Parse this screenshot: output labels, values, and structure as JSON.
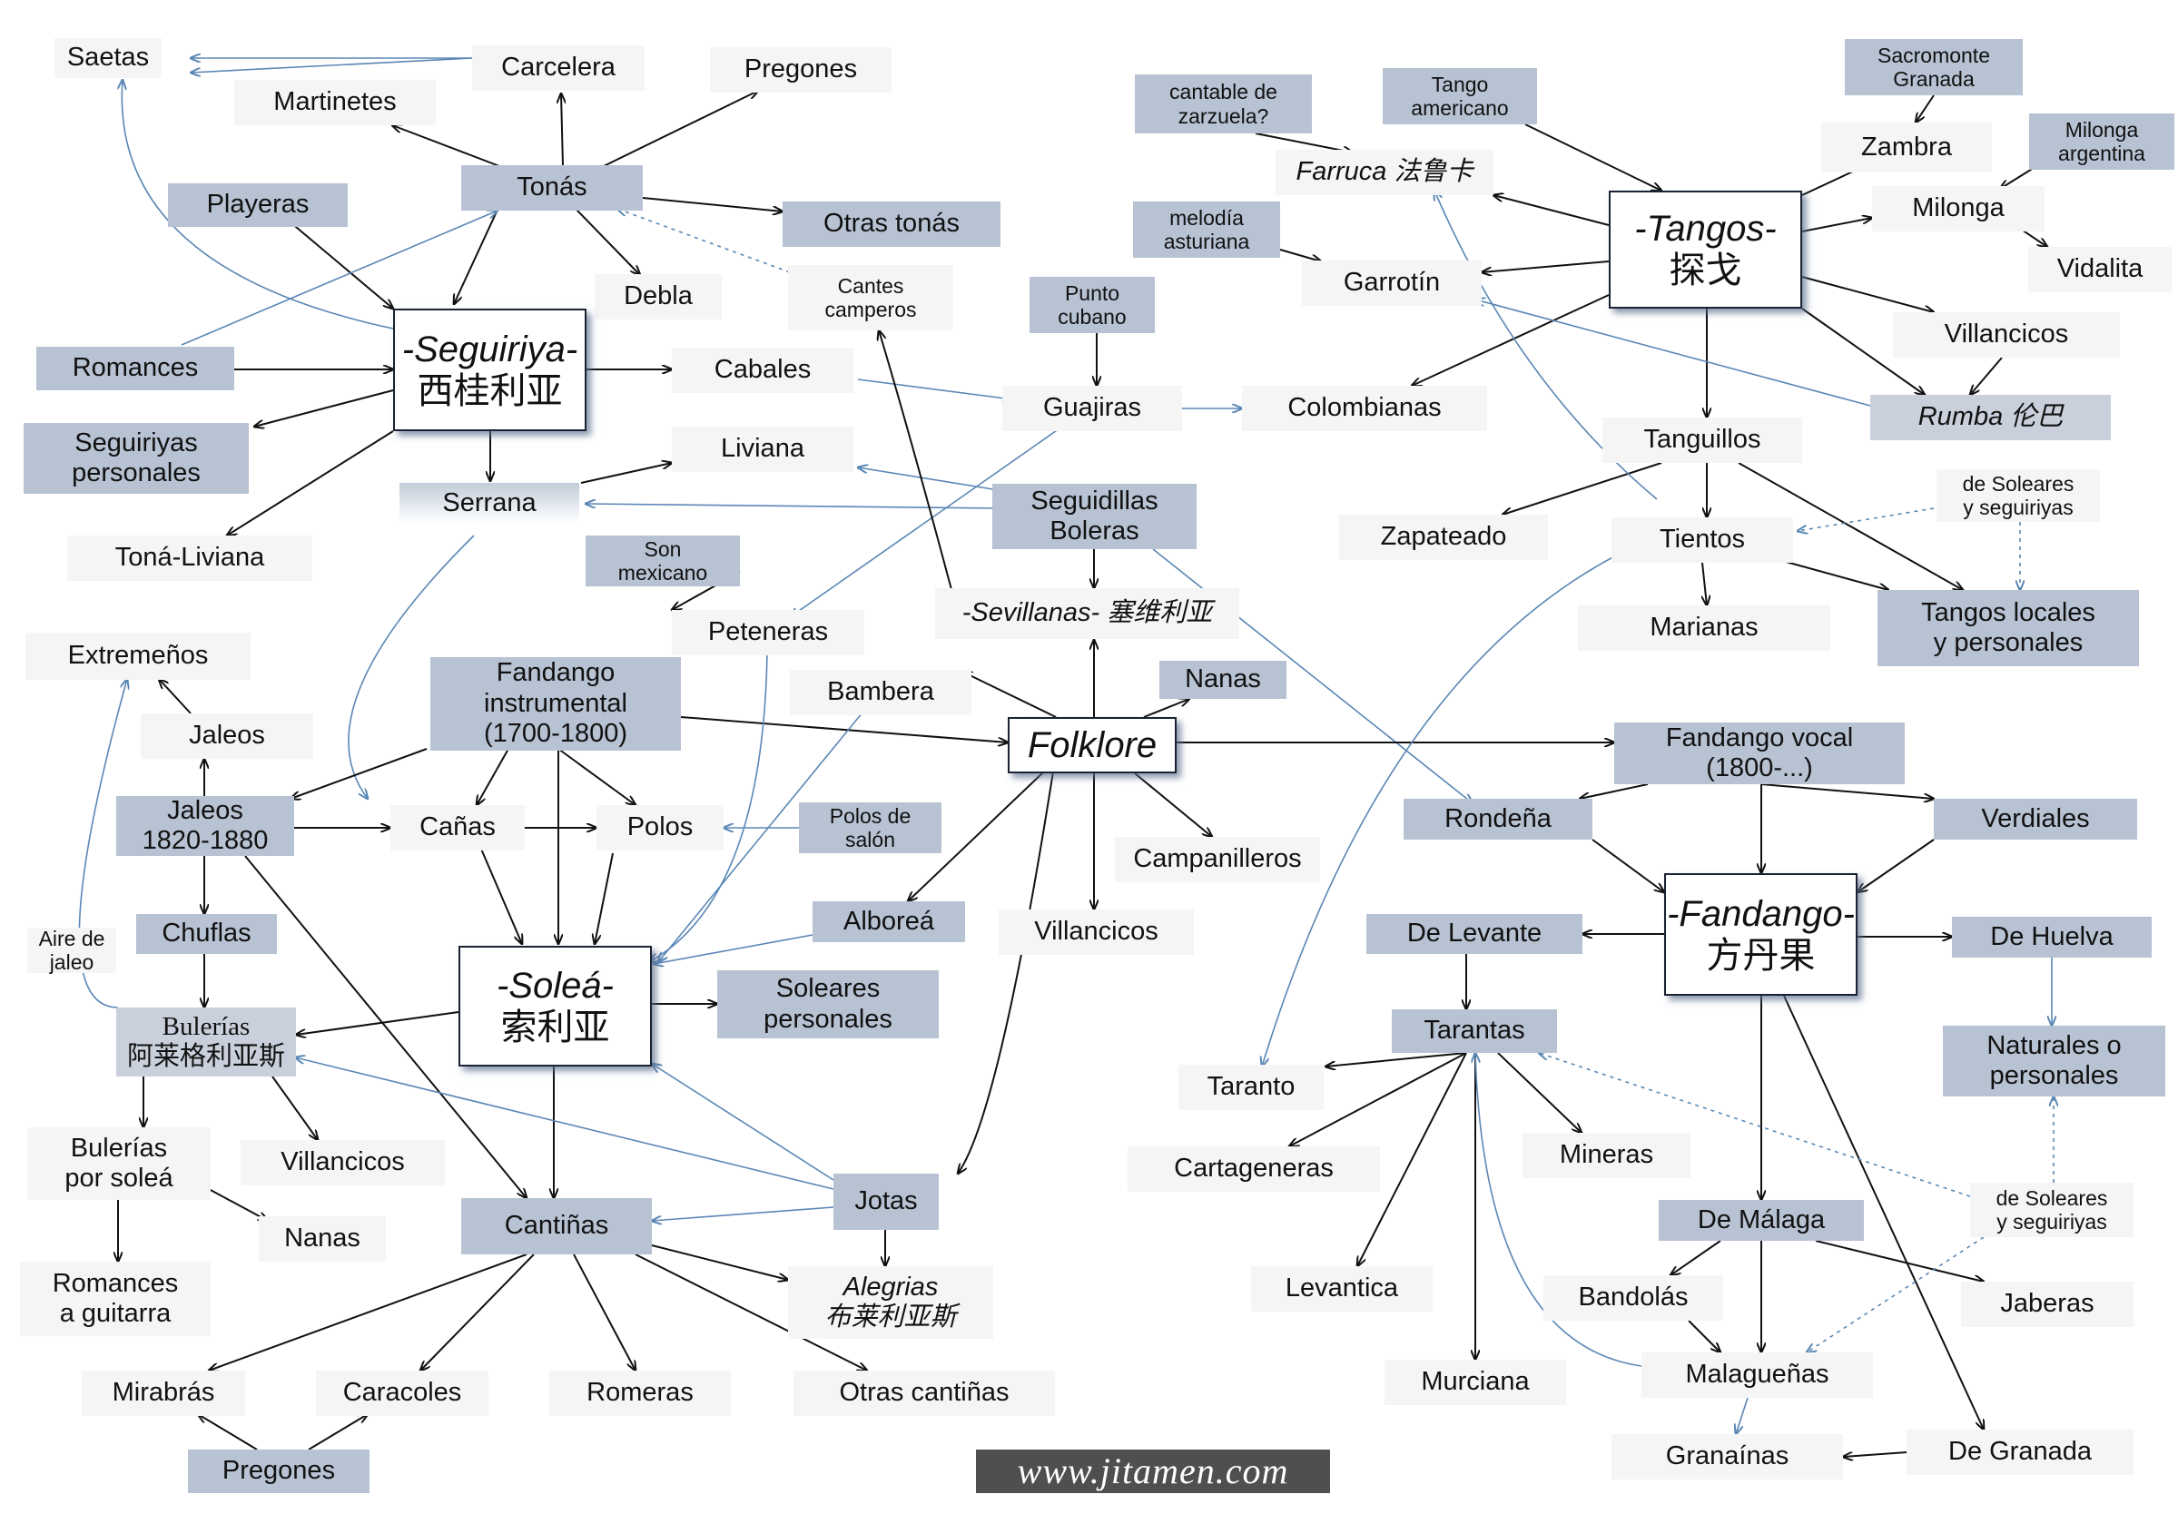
{
  "nodes": [
    {
      "id": "saetas",
      "lines": [
        "Saetas"
      ]
    },
    {
      "id": "carcelera",
      "lines": [
        "Carcelera"
      ]
    },
    {
      "id": "pregones_top",
      "lines": [
        "Pregones"
      ]
    },
    {
      "id": "martinetes",
      "lines": [
        "Martinetes"
      ]
    },
    {
      "id": "tonas",
      "lines": [
        "Tonás"
      ]
    },
    {
      "id": "playeras",
      "lines": [
        "Playeras"
      ]
    },
    {
      "id": "otras_tonas",
      "lines": [
        "Otras tonás"
      ]
    },
    {
      "id": "debla",
      "lines": [
        "Debla"
      ]
    },
    {
      "id": "cantes_camperos",
      "lines": [
        "Cantes",
        "camperos"
      ]
    },
    {
      "id": "seguiriya",
      "lines": [
        "-Seguiriya-",
        "西桂利亚"
      ]
    },
    {
      "id": "romances",
      "lines": [
        "Romances"
      ]
    },
    {
      "id": "cabales",
      "lines": [
        "Cabales"
      ]
    },
    {
      "id": "seguiriyas_pers",
      "lines": [
        "Seguiriyas",
        "personales"
      ]
    },
    {
      "id": "liviana",
      "lines": [
        "Liviana"
      ]
    },
    {
      "id": "serrana",
      "lines": [
        "Serrana"
      ]
    },
    {
      "id": "tona_liviana",
      "lines": [
        "Toná-Liviana"
      ]
    },
    {
      "id": "punto_cubano",
      "lines": [
        "Punto",
        "cubano"
      ]
    },
    {
      "id": "guajiras",
      "lines": [
        "Guajiras"
      ]
    },
    {
      "id": "colombianas",
      "lines": [
        "Colombianas"
      ]
    },
    {
      "id": "seguidillas",
      "lines": [
        "Seguidillas",
        "Boleras"
      ]
    },
    {
      "id": "son_mexicano",
      "lines": [
        "Son",
        "mexicano"
      ]
    },
    {
      "id": "peteneras",
      "lines": [
        "Peteneras"
      ]
    },
    {
      "id": "sevillanas",
      "lines": [
        "-Sevillanas- 塞维利亚"
      ]
    },
    {
      "id": "extremenos",
      "lines": [
        "Extremeños"
      ]
    },
    {
      "id": "jaleos",
      "lines": [
        "Jaleos"
      ]
    },
    {
      "id": "fandango_inst",
      "lines": [
        "Fandango",
        "instrumental",
        "(1700-1800)"
      ]
    },
    {
      "id": "bambera",
      "lines": [
        "Bambera"
      ]
    },
    {
      "id": "nanas_top",
      "lines": [
        "Nanas"
      ]
    },
    {
      "id": "folklore",
      "lines": [
        "Folklore"
      ]
    },
    {
      "id": "jaleos_1820",
      "lines": [
        "Jaleos",
        "1820-1880"
      ]
    },
    {
      "id": "canas",
      "lines": [
        "Cañas"
      ]
    },
    {
      "id": "polos",
      "lines": [
        "Polos"
      ]
    },
    {
      "id": "polos_salon",
      "lines": [
        "Polos de",
        "salón"
      ]
    },
    {
      "id": "campanilleros",
      "lines": [
        "Campanilleros"
      ]
    },
    {
      "id": "chuflas",
      "lines": [
        "Chuflas"
      ]
    },
    {
      "id": "alborea",
      "lines": [
        "Alboreá"
      ]
    },
    {
      "id": "villancicos_mid",
      "lines": [
        "Villancicos"
      ]
    },
    {
      "id": "aire_jaleo",
      "lines": [
        "Aire de",
        "jaleo"
      ]
    },
    {
      "id": "bulerias",
      "lines": [
        "Bulerías",
        "阿莱格利亚斯"
      ]
    },
    {
      "id": "solea",
      "lines": [
        "-Soleá-",
        "索利亚"
      ]
    },
    {
      "id": "soleares_pers",
      "lines": [
        "Soleares",
        "personales"
      ]
    },
    {
      "id": "bulerias_solea",
      "lines": [
        "Bulerías",
        "por soleá"
      ]
    },
    {
      "id": "villancicos_left",
      "lines": [
        "Villancicos"
      ]
    },
    {
      "id": "jotas",
      "lines": [
        "Jotas"
      ]
    },
    {
      "id": "nanas_bottom",
      "lines": [
        "Nanas"
      ]
    },
    {
      "id": "cantinas",
      "lines": [
        "Cantiñas"
      ]
    },
    {
      "id": "alegrias",
      "lines": [
        "Alegrias",
        "布莱利亚斯"
      ]
    },
    {
      "id": "romances_guitarra",
      "lines": [
        "Romances",
        "a guitarra"
      ]
    },
    {
      "id": "mirabras",
      "lines": [
        "Mirabrás"
      ]
    },
    {
      "id": "caracoles",
      "lines": [
        "Caracoles"
      ]
    },
    {
      "id": "romeras",
      "lines": [
        "Romeras"
      ]
    },
    {
      "id": "otras_cantinas",
      "lines": [
        "Otras cantiñas"
      ]
    },
    {
      "id": "pregones_bottom",
      "lines": [
        "Pregones"
      ]
    },
    {
      "id": "cantable",
      "lines": [
        "cantable de",
        "zarzuela?"
      ]
    },
    {
      "id": "tango_americano",
      "lines": [
        "Tango",
        "americano"
      ]
    },
    {
      "id": "sacromonte",
      "lines": [
        "Sacromonte",
        "Granada"
      ]
    },
    {
      "id": "farruca",
      "lines": [
        "Farruca 法鲁卡"
      ]
    },
    {
      "id": "zambra",
      "lines": [
        "Zambra"
      ]
    },
    {
      "id": "milonga_arg",
      "lines": [
        "Milonga",
        "argentina"
      ]
    },
    {
      "id": "melodia",
      "lines": [
        "melodía",
        "asturiana"
      ]
    },
    {
      "id": "tangos",
      "lines": [
        "-Tangos-",
        "探戈"
      ]
    },
    {
      "id": "milonga",
      "lines": [
        "Milonga"
      ]
    },
    {
      "id": "garrotin",
      "lines": [
        "Garrotín"
      ]
    },
    {
      "id": "vidalita",
      "lines": [
        "Vidalita"
      ]
    },
    {
      "id": "villancicos_right",
      "lines": [
        "Villancicos"
      ]
    },
    {
      "id": "rumba",
      "lines": [
        "Rumba 伦巴"
      ]
    },
    {
      "id": "tanguillos",
      "lines": [
        "Tanguillos"
      ]
    },
    {
      "id": "soleares_seg1",
      "lines": [
        "de Soleares",
        "y seguiriyas"
      ]
    },
    {
      "id": "zapateado",
      "lines": [
        "Zapateado"
      ]
    },
    {
      "id": "tientos",
      "lines": [
        "Tientos"
      ]
    },
    {
      "id": "tangos_locales",
      "lines": [
        "Tangos locales",
        "y personales"
      ]
    },
    {
      "id": "marianas",
      "lines": [
        "Marianas"
      ]
    },
    {
      "id": "fandango_vocal",
      "lines": [
        "Fandango vocal",
        "(1800-...)"
      ]
    },
    {
      "id": "rondena",
      "lines": [
        "Rondeña"
      ]
    },
    {
      "id": "verdiales",
      "lines": [
        "Verdiales"
      ]
    },
    {
      "id": "fandango",
      "lines": [
        "-Fandango-",
        "方丹果"
      ]
    },
    {
      "id": "de_levante",
      "lines": [
        "De Levante"
      ]
    },
    {
      "id": "de_huelva",
      "lines": [
        "De Huelva"
      ]
    },
    {
      "id": "tarantas",
      "lines": [
        "Tarantas"
      ]
    },
    {
      "id": "taranto",
      "lines": [
        "Taranto"
      ]
    },
    {
      "id": "naturales",
      "lines": [
        "Naturales o",
        "personales"
      ]
    },
    {
      "id": "cartageneras",
      "lines": [
        "Cartageneras"
      ]
    },
    {
      "id": "mineras",
      "lines": [
        "Mineras"
      ]
    },
    {
      "id": "soleares_seg2",
      "lines": [
        "de Soleares",
        "y seguiriyas"
      ]
    },
    {
      "id": "de_malaga",
      "lines": [
        "De Málaga"
      ]
    },
    {
      "id": "levantica",
      "lines": [
        "Levantica"
      ]
    },
    {
      "id": "bandolas",
      "lines": [
        "Bandolás"
      ]
    },
    {
      "id": "jaberas",
      "lines": [
        "Jaberas"
      ]
    },
    {
      "id": "murciana",
      "lines": [
        "Murciana"
      ]
    },
    {
      "id": "malaguenas",
      "lines": [
        "Malagueñas"
      ]
    },
    {
      "id": "granainas",
      "lines": [
        "Granaínas"
      ]
    },
    {
      "id": "de_granada",
      "lines": [
        "De Granada"
      ]
    },
    {
      "id": "watermark",
      "lines": [
        "www.jitamen.com"
      ]
    }
  ],
  "colors": {
    "edge_black": "#111111",
    "edge_blue": "#5a87b5",
    "box_dark": "#b7c2d3",
    "box_plain": "#f5f5f5",
    "hub_border": "#1a2233",
    "watermark_bg": "#4f4f4f"
  }
}
